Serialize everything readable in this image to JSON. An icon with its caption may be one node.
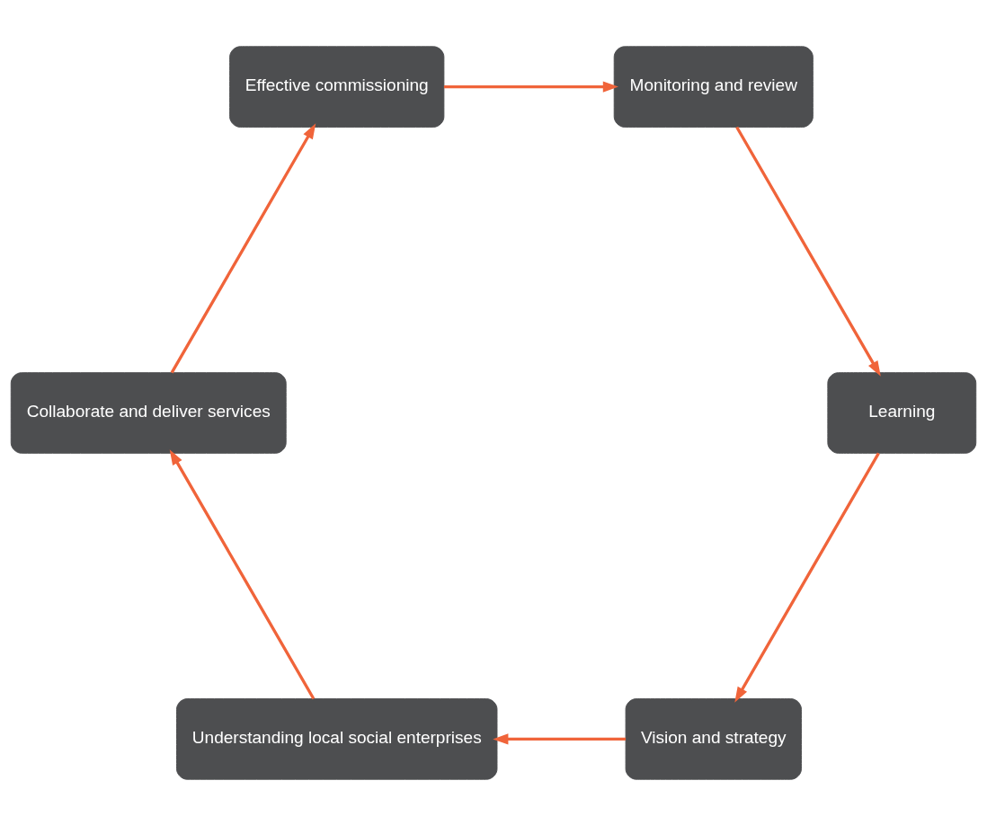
{
  "diagram": {
    "nodes": [
      {
        "text": [
          "Vision and strategy"
        ]
      },
      {
        "text": [
          "Understanding local social enterprises"
        ]
      },
      {
        "text": [
          "Collaborate and deliver services"
        ]
      },
      {
        "text": [
          "Effective commissioning"
        ]
      },
      {
        "text": [
          "Monitoring and review"
        ]
      },
      {
        "text": [
          "Learning"
        ]
      }
    ],
    "edges": [
      {
        "from": 0,
        "to": 1,
        "arrow": "to"
      },
      {
        "from": 1,
        "to": 2,
        "arrow": "to"
      },
      {
        "from": 2,
        "to": 3,
        "arrow": "to"
      },
      {
        "from": 3,
        "to": 4,
        "arrow": "to"
      },
      {
        "from": 4,
        "to": 5,
        "arrow": "to"
      },
      {
        "from": 5,
        "to": 0,
        "arrow": "to"
      }
    ]
  }
}
